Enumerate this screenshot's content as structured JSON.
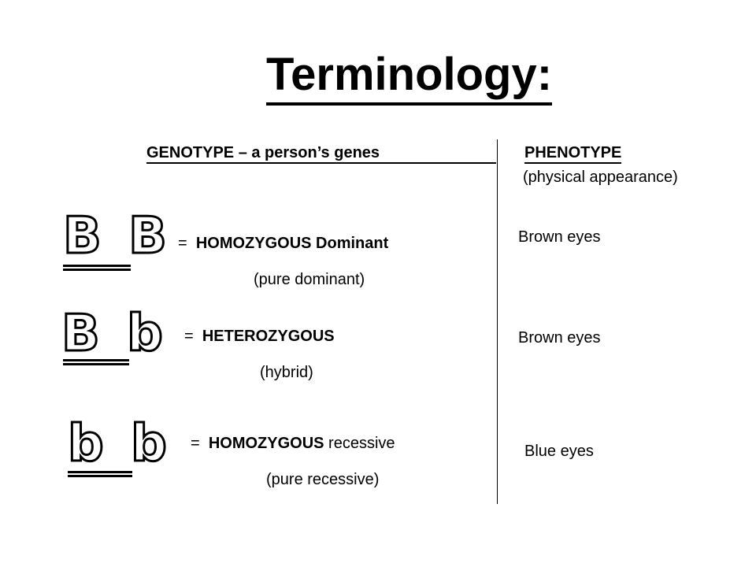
{
  "title": "Terminology:",
  "genotype_header": "GENOTYPE – a person’s genes",
  "phenotype_header": "PHENOTYPE",
  "phenotype_subheader": "(physical appearance)",
  "rows": [
    {
      "alleles": "B B",
      "eq": "=",
      "term_bold": "HOMOZYGOUS Dominant",
      "term_plain": "",
      "note": "(pure dominant)",
      "phenotype": "Brown eyes"
    },
    {
      "alleles": "B b",
      "eq": "=",
      "term_bold": "HETEROZYGOUS",
      "term_plain": "",
      "note": "(hybrid)",
      "phenotype": "Brown eyes"
    },
    {
      "alleles": "b b",
      "eq": "=",
      "term_bold": "HOMOZYGOUS",
      "term_plain": " recessive",
      "note": "(pure recessive)",
      "phenotype": "Blue eyes"
    }
  ]
}
